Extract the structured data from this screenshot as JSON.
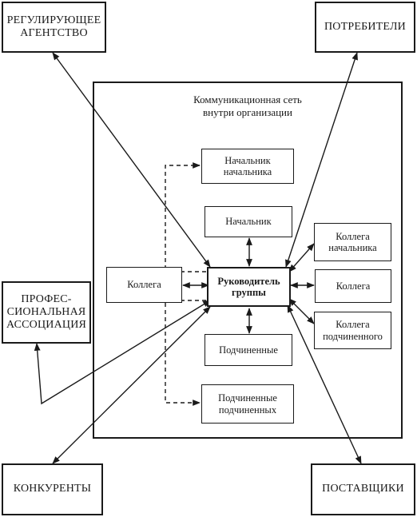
{
  "external": {
    "regulatory_agency": "РЕГУЛИРУЮЩЕЕ\nАГЕНТСТВО",
    "consumers": "ПОТРЕБИТЕЛИ",
    "professional_association": "ПРОФЕС-\nСИОНАЛЬНАЯ\nАССОЦИАЦИЯ",
    "competitors": "КОНКУРЕНТЫ",
    "suppliers": "ПОСТАВЩИКИ"
  },
  "organization": {
    "caption": "Коммуникационная сеть\nвнутри организации",
    "boss_of_boss": "Начальник\nначальника",
    "boss": "Начальник",
    "colleague_left": "Коллега",
    "group_leader": "Руководитель\nгруппы",
    "subordinates": "Подчиненные",
    "subordinates_of_subordinates": "Подчиненные\nподчиненных",
    "colleague_of_boss": "Коллега\nначальника",
    "colleague_right": "Коллега",
    "colleague_of_subordinate": "Коллега\nподчиненного"
  }
}
